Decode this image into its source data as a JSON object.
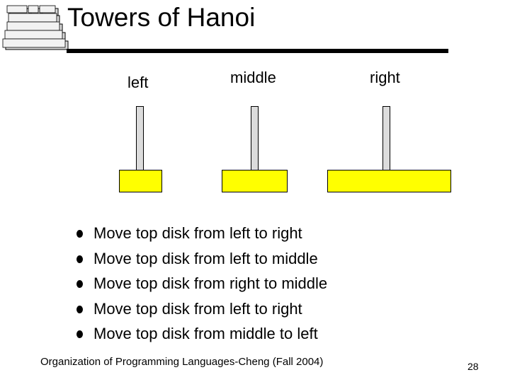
{
  "slide": {
    "title": "Towers of Hanoi",
    "logo_labels": [
      "...",
      "...",
      "...",
      "...",
      "...",
      "...",
      "..."
    ]
  },
  "pegs": [
    {
      "label": "left"
    },
    {
      "label": "middle"
    },
    {
      "label": "right"
    }
  ],
  "disk_color": "#ffff00",
  "moves": [
    "Move top disk from left to right",
    "Move top disk from left to middle",
    "Move top disk from right to middle",
    "Move top disk from left to right",
    "Move top disk from middle to left"
  ],
  "footer": {
    "text": "Organization of Programming Languages-Cheng (Fall 2004)",
    "page_number": "28"
  }
}
